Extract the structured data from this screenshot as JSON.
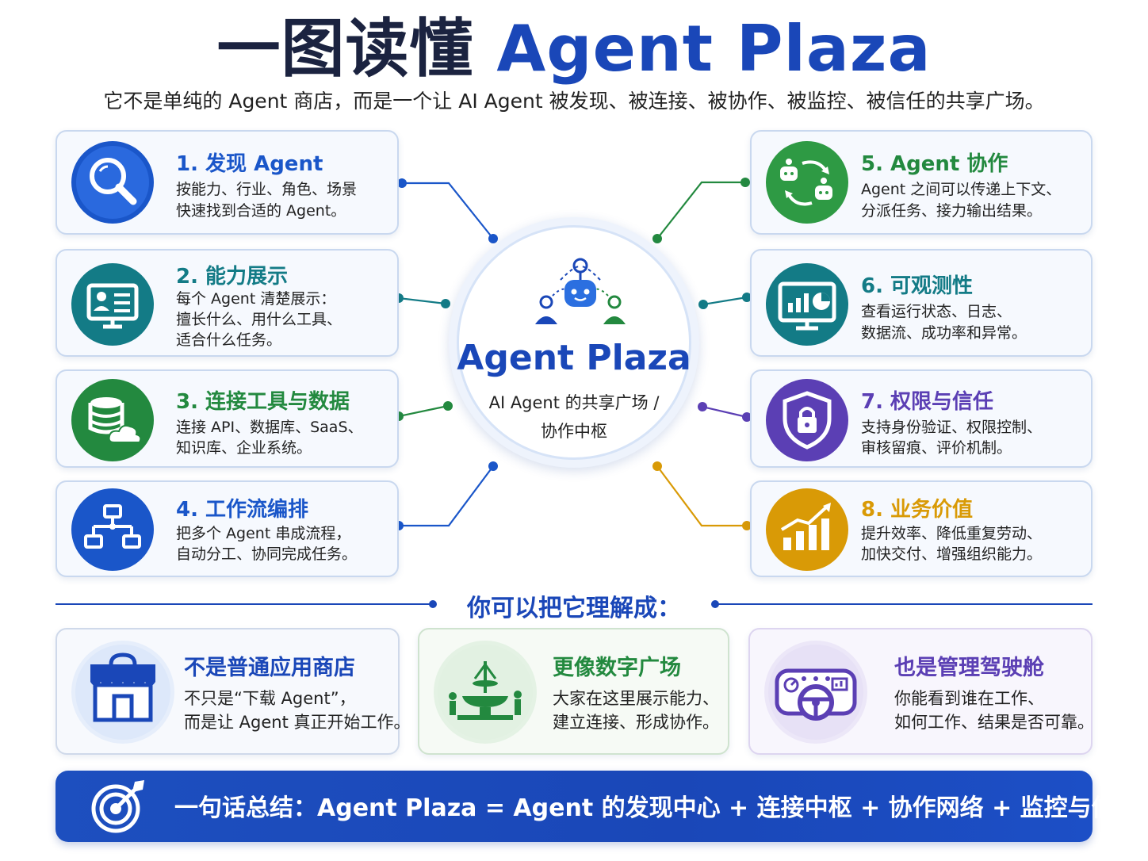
{
  "header": {
    "title_cn": "一图读懂",
    "title_en": "Agent Plaza",
    "subtitle": "它不是单纯的 Agent 商店，而是一个让 AI Agent 被发现、被连接、被协作、被监控、被信任的共享广场。"
  },
  "hub": {
    "title": "Agent Plaza",
    "subtitle_line1": "AI Agent 的共享广场 /",
    "subtitle_line2": "协作中枢",
    "icon": "robot-network-icon"
  },
  "features": [
    {
      "title": "1. 发现 Agent",
      "line1": "按能力、行业、角色、场景",
      "line2": "快速找到合适的 Agent。",
      "line3": "",
      "icon": "search-icon",
      "color": "#1a56c9"
    },
    {
      "title": "2. 能力展示",
      "line1": "每个 Agent 清楚展示：",
      "line2": "擅长什么、用什么工具、",
      "line3": "适合什么任务。",
      "icon": "profile-card-icon",
      "color": "#137b86"
    },
    {
      "title": "3. 连接工具与数据",
      "line1": "连接 API、数据库、SaaS、",
      "line2": "知识库、企业系统。",
      "line3": "",
      "icon": "database-cloud-icon",
      "color": "#23893f"
    },
    {
      "title": "4. 工作流编排",
      "line1": "把多个 Agent 串成流程，",
      "line2": "自动分工、协同完成任务。",
      "line3": "",
      "icon": "workflow-icon",
      "color": "#1a56c9"
    },
    {
      "title": "5. Agent 协作",
      "line1": "Agent 之间可以传递上下文、",
      "line2": "分派任务、接力输出结果。",
      "line3": "",
      "icon": "agents-exchange-icon",
      "color": "#23893f"
    },
    {
      "title": "6. 可观测性",
      "line1": "查看运行状态、日志、",
      "line2": "数据流、成功率和异常。",
      "line3": "",
      "icon": "monitor-chart-icon",
      "color": "#137b86"
    },
    {
      "title": "7. 权限与信任",
      "line1": "支持身份验证、权限控制、",
      "line2": "审核留痕、评价机制。",
      "line3": "",
      "icon": "shield-lock-icon",
      "color": "#5b3fb4"
    },
    {
      "title": "8. 业务价值",
      "line1": "提升效率、降低重复劳动、",
      "line2": "加快交付、增强组织能力。",
      "line3": "",
      "icon": "growth-chart-icon",
      "color": "#d99a06"
    }
  ],
  "section": {
    "label": "你可以把它理解成："
  },
  "analogies": [
    {
      "title": "不是普通应用商店",
      "line1": "不只是“下载 Agent”，",
      "line2": "而是让 Agent 真正开始工作。",
      "icon": "storefront-icon",
      "color": "#1a47b8"
    },
    {
      "title": "更像数字广场",
      "line1": "大家在这里展示能力、",
      "line2": "建立连接、形成协作。",
      "icon": "fountain-plaza-icon",
      "color": "#23893f"
    },
    {
      "title": "也是管理驾驶舱",
      "line1": "你能看到谁在工作、",
      "line2": "如何工作、结果是否可靠。",
      "icon": "dashboard-cockpit-icon",
      "color": "#5b3fb4"
    }
  ],
  "summary": {
    "text": "一句话总结：Agent Plaza = Agent 的发现中心 + 连接中枢 + 协作网络 + 监控与信任层。",
    "icon": "target-icon"
  }
}
